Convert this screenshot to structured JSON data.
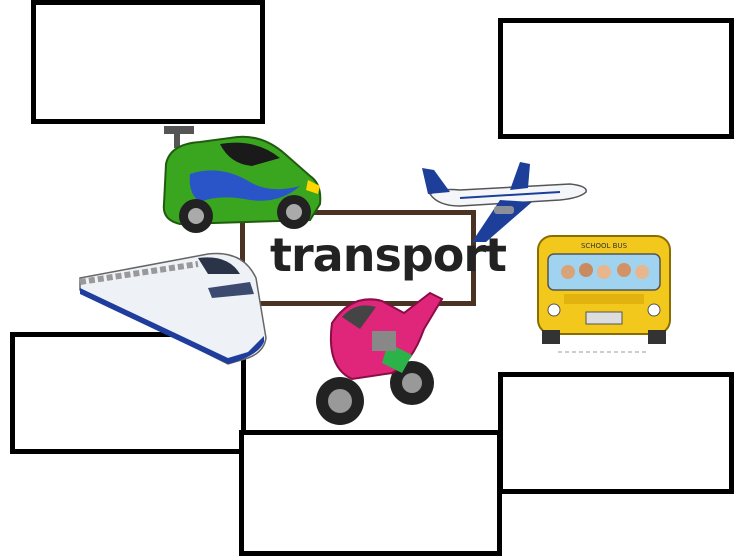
{
  "center": {
    "label": "transport"
  },
  "answer_boxes": [
    {
      "id": "top-left",
      "value": ""
    },
    {
      "id": "top-right",
      "value": ""
    },
    {
      "id": "mid-left",
      "value": ""
    },
    {
      "id": "bottom-center",
      "value": ""
    },
    {
      "id": "bottom-right",
      "value": ""
    }
  ],
  "images": [
    "sports-car",
    "airplane",
    "bullet-train",
    "motorcycle",
    "school-bus"
  ],
  "bus_sign": "SCHOOL BUS",
  "colors": {
    "frame": "#4a3323",
    "box_border": "#000000",
    "car": "#3aa61f",
    "bus": "#f3c81c",
    "bike": "#e0267a"
  }
}
